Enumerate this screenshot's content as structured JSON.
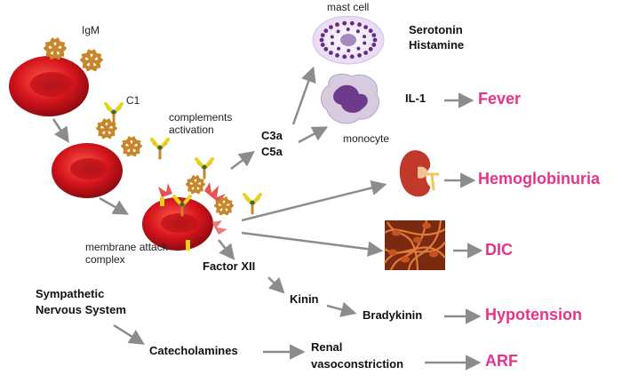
{
  "labels": {
    "igm": "IgM",
    "c1": "C1",
    "complements_activation": "complements activation",
    "membrane_attack_complex": "membrane attack complex",
    "mast_cell": "mast cell",
    "monocyte": "monocyte",
    "c3a": "C3a",
    "c5a": "C5a",
    "serotonin": "Serotonin",
    "histamine": "Histamine",
    "il1": "IL-1",
    "factor_xii": "Factor XII",
    "kinin": "Kinin",
    "bradykinin": "Bradykinin",
    "sympathetic": "Sympathetic",
    "nervous_system": "Nervous System",
    "catecholamines": "Catecholamines",
    "renal": "Renal",
    "vasoconstriction": "vasoconstriction"
  },
  "outcomes": {
    "fever": "Fever",
    "hemoglobinuria": "Hemoglobinuria",
    "dic": "DIC",
    "hypotension": "Hypotension",
    "arf": "ARF"
  },
  "colors": {
    "outcome": "#e8338a",
    "arrow": "#8c8c8c",
    "rbc": "#d4141c",
    "antibody": "#c8862a",
    "complement": "#e8d21a",
    "mast_cell": "#6a2a8a",
    "kidney": "#c0392b",
    "clot": "#b5561e"
  }
}
